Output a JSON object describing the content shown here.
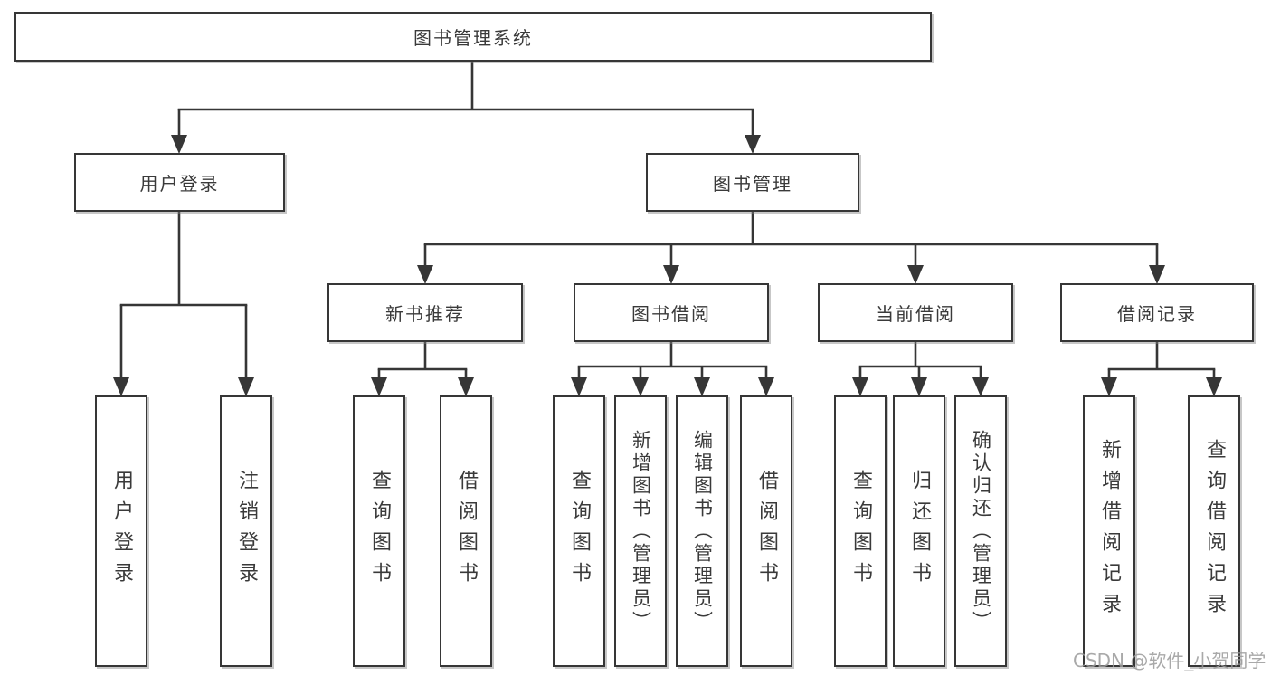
{
  "tree": {
    "label": "图书管理系统",
    "children": [
      {
        "label": "用户登录",
        "children": [
          {
            "label": "用户登录"
          },
          {
            "label": "注销登录"
          }
        ]
      },
      {
        "label": "图书管理",
        "children": [
          {
            "label": "新书推荐",
            "children": [
              {
                "label": "查询图书"
              },
              {
                "label": "借阅图书"
              }
            ]
          },
          {
            "label": "图书借阅",
            "children": [
              {
                "label": "查询图书"
              },
              {
                "label": "新增图书（管理员）"
              },
              {
                "label": "编辑图书（管理员）"
              },
              {
                "label": "借阅图书"
              }
            ]
          },
          {
            "label": "当前借阅",
            "children": [
              {
                "label": "查询图书"
              },
              {
                "label": "归还图书"
              },
              {
                "label": "确认归还（管理员）"
              }
            ]
          },
          {
            "label": "借阅记录",
            "children": [
              {
                "label": "新增借阅记录"
              },
              {
                "label": "查询借阅记录"
              }
            ]
          }
        ]
      }
    ]
  },
  "watermark": "CSDN @软件_小贺同学",
  "colors": {
    "line": "#363636",
    "text": "#3a3a3a",
    "background": "#ffffff",
    "watermark": "#9b9b9b"
  }
}
